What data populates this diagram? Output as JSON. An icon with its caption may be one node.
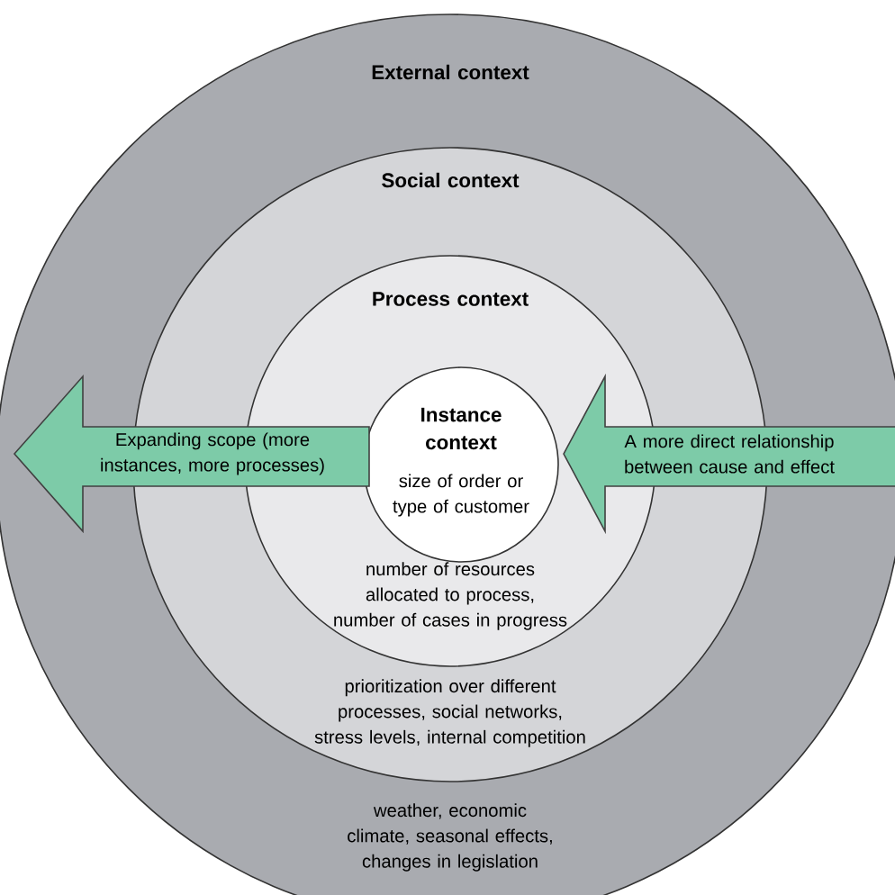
{
  "diagram": {
    "nodes": [
      {
        "text": [
          "External context",
          "weather, economic climate, seasonal effects, changes in legislation"
        ]
      },
      {
        "text": [
          "Social context",
          "prioritization over different processes, social networks, stress levels, internal competition"
        ],
        "in": 0
      },
      {
        "text": [
          "Process context",
          "number of resources allocated to process, number of cases in progress"
        ],
        "in": 1
      },
      {
        "text": [
          "Instance context",
          "size of order or type of customer"
        ],
        "in": 2
      },
      {
        "text": [
          "Expanding scope (more instances, more processes)"
        ],
        "in": 0
      },
      {
        "text": [
          "A more direct relationship between cause and effect"
        ],
        "in": 0
      }
    ]
  }
}
